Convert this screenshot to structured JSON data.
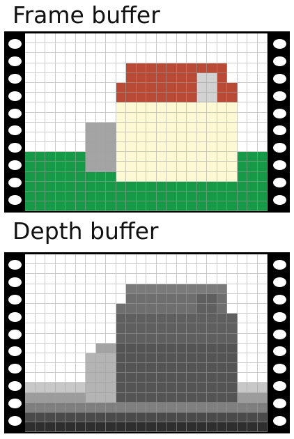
{
  "frame_buffer": {
    "title": "Frame buffer",
    "colors": {
      "W": "#ffffff",
      "R": "#b84a36",
      "C": "#fdf9d4",
      "G": "#179a48",
      "S": "#a4a4a4",
      "L": "#d2d2d2"
    },
    "rows": [
      "WWWWWWWWWWWWWWWWWWWWWWWW",
      "WWWWWWWWWWWWWWWWWWWWWWWW",
      "WWWWWWWWWWWWWWWWWWWWWWWW",
      "WWWWWWWWWWRRRRRRRRRRWWWW",
      "WWWWWWWWWWRRRRRRRLLRWWWW",
      "WWWWWWWWWRRRRRRRRLLRRWWW",
      "WWWWWWWWWRRRRRRRRLLRRWWW",
      "WWWWWWWWWCCCCCCCCCCCCWWW",
      "WWWWWWWWWCCCCCCCCCCCCWWW",
      "WWWWWWSSSCCCCCCCCCCCCWWW",
      "WWWWWWSSSCCCCCCCCCCCCWWW",
      "WWWWWWSSSCCCCCCCCCCCCWWW",
      "GGGGGGSSSCCCCCCCCCCCCGGG",
      "GGGGGGSSSCCCCCCCCCCCCGGG",
      "GGGGGGGGGCCCCCCCCCCCCGGG",
      "GGGGGGGGGGGGGGGGGGGGGGGG",
      "GGGGGGGGGGGGGGGGGGGGGGGG",
      "GGGGGGGGGGGGGGGGGGGGGGGG"
    ]
  },
  "depth_buffer": {
    "title": "Depth buffer",
    "colors": {
      "W": "#ffffff",
      "A": "#7a7a7a",
      "B": "#6e6e6e",
      "D": "#5f5f5f",
      "E": "#545454",
      "S": "#b4b4b4",
      "T": "#a3a3a3",
      "P": "#c8c8c8",
      "Q": "#9c9c9c",
      "U": "#7f7f7f",
      "V": "#4a4a4a",
      "X": "#2e2e2e",
      "Y": "#161616"
    },
    "rows": [
      "WWWWWWWWWWWWWWWWWWWWWWWW",
      "WWWWWWWWWWWWWWWWWWWWWWWW",
      "WWWWWWWWWWWWWWWWWWWWWWWW",
      "WWWWWWWWWWAAAAAAAAAAWWWW",
      "WWWWWWWWWWBBBBBBBDDBWWWW",
      "WWWWWWWWWBBBBBBBBDDBWWWW",
      "WWWWWWWWWDDDDDDDDDDDDWWW",
      "WWWWWWWWWDDDDDDDDDDDDWWW",
      "WWWWWWWWWDDDDDDDDDDDDWWW",
      "WWWWWWWTTEEEEEEEEEEEEWWW",
      "WWWWWWSSSEEEEEEEEEEEEWWW",
      "WWWWWWSSSEEEEEEEEEEEEWWW",
      "WWWWWWSSSEEEEEEEEEEEEWWW",
      "PPPPPPSSSEEEEEEEEEEEEPPP",
      "QQQQQQSSSEEEEEEEEEEEEQQQ",
      "UUUUUUUUUUUUUUUUUUUUUUUU",
      "VVVVVVVVVVVVVVVVVVVVVVVV",
      "XXXXXXXXXXXXXXXXXXXXXXXX"
    ]
  }
}
